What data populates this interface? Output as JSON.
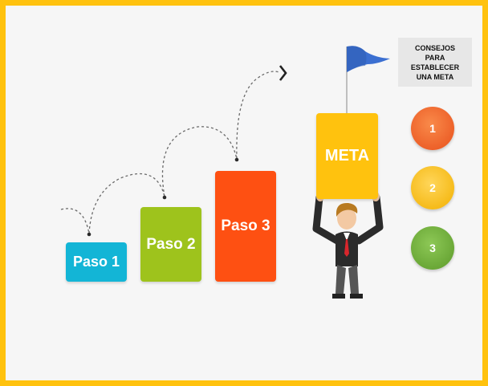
{
  "steps": [
    {
      "label": "Paso 1",
      "color": "#13b5d6"
    },
    {
      "label": "Paso 2",
      "color": "#9ec31c"
    },
    {
      "label": "Paso 3",
      "color": "#fe5012"
    }
  ],
  "goal": {
    "label": "META",
    "color": "#ffc20e"
  },
  "tips": {
    "title": "CONSEJOS\nPARA\nESTABLECER\nUNA META"
  },
  "numbered_tips": [
    {
      "label": "1",
      "color": "#ee6a2c"
    },
    {
      "label": "2",
      "color": "#f7bf1a"
    },
    {
      "label": "3",
      "color": "#6fad3a"
    }
  ],
  "frame_color": "#ffc20e",
  "icons": {
    "flag": "flag-icon",
    "arrow": "chevron-right-icon",
    "person": "businessman-icon"
  }
}
